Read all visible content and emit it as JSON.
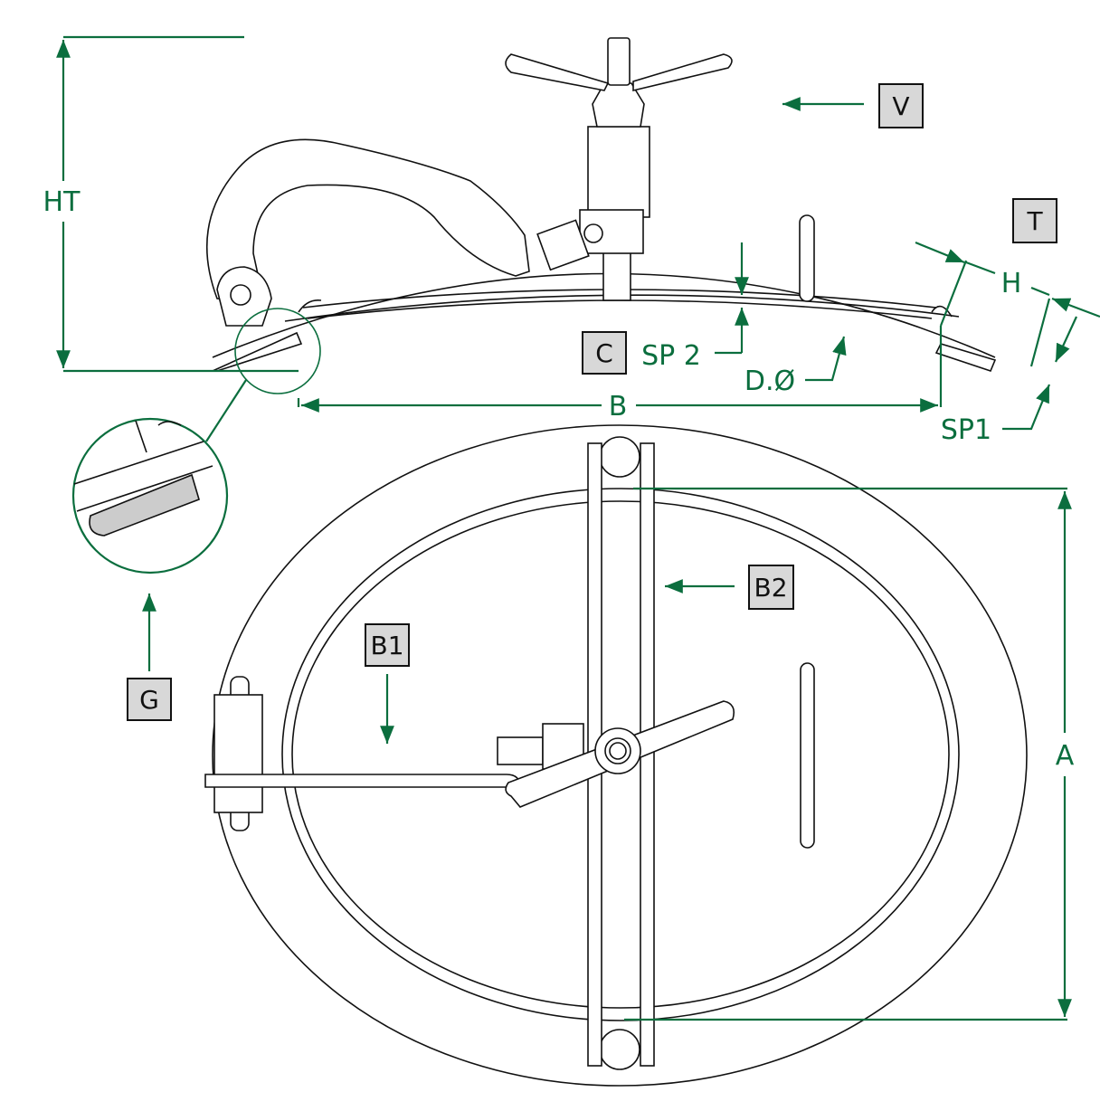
{
  "callouts": {
    "V": "V",
    "T": "T",
    "C": "C",
    "B1": "B1",
    "B2": "B2",
    "G": "G"
  },
  "dimensions": {
    "HT": "HT",
    "H": "H",
    "SP2": "SP 2",
    "D": "D.Ø",
    "B": "B",
    "SP1": "SP1",
    "A": "A"
  },
  "colors": {
    "dimension": "#0b6e3e",
    "callout_box": "#d8d8d8"
  }
}
